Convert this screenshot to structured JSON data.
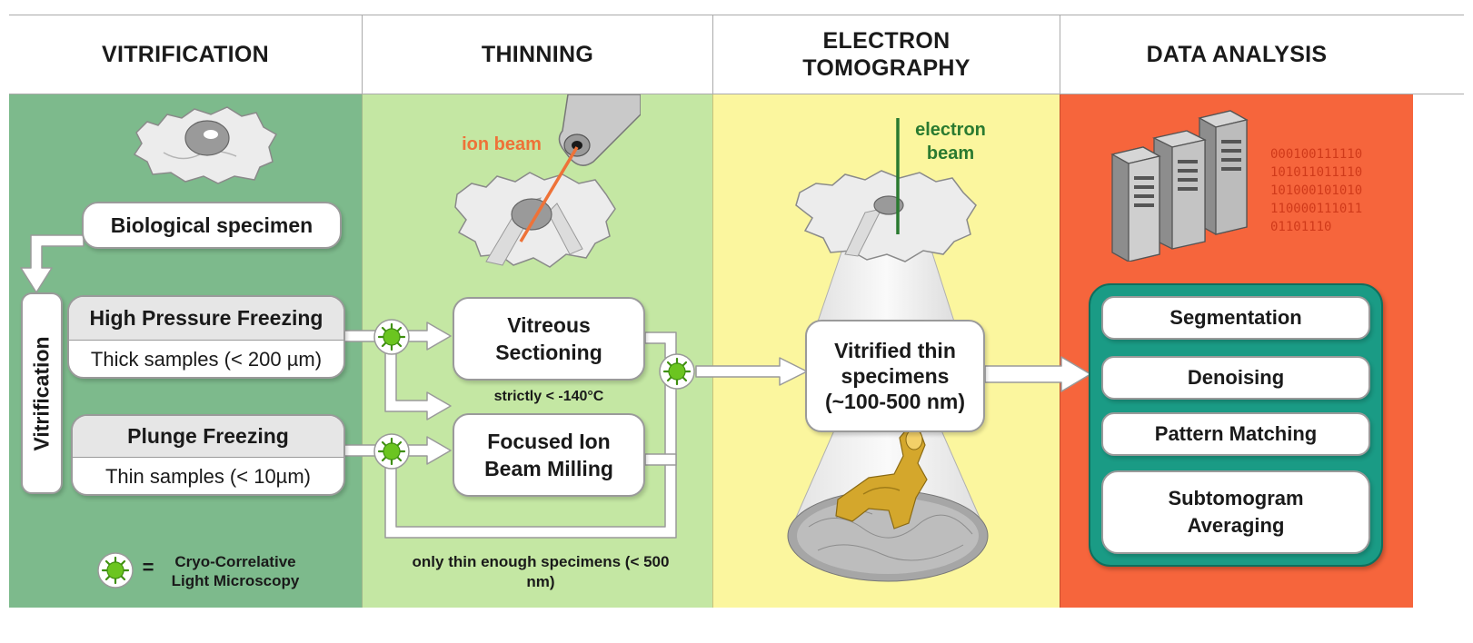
{
  "headers": {
    "vitrification": "VITRIFICATION",
    "thinning": "THINNING",
    "tomography": "ELECTRON TOMOGRAPHY",
    "analysis": "DATA ANALYSIS"
  },
  "vitrification": {
    "specimen": "Biological specimen",
    "side_label": "Vitrification",
    "hpf_title": "High Pressure Freezing",
    "hpf_sub": "Thick samples (< 200 µm)",
    "plunge_title": "Plunge Freezing",
    "plunge_sub": "Thin samples (< 10µm)",
    "legend_eq": "=",
    "legend_text": "Cryo-Correlative Light Microscopy"
  },
  "thinning": {
    "ion_beam": "ion beam",
    "sectioning": "Vitreous Sectioning",
    "temp_note": "strictly < -140°C",
    "fib": "Focused Ion Beam Milling",
    "thin_note": "only thin enough specimens (< 500 nm)"
  },
  "tomography": {
    "electron_beam": "electron beam",
    "specimens": "Vitrified thin specimens (~100-500 nm)"
  },
  "analysis": {
    "binary": [
      "000100111110",
      "101011011110",
      "101000101010",
      "110000111011",
      "01101110"
    ],
    "steps": [
      "Segmentation",
      "Denoising",
      "Pattern Matching",
      "Subtomogram Averaging"
    ]
  },
  "colors": {
    "vitrification_bg": "#7dba8c",
    "thinning_bg": "#c4e7a3",
    "tomography_bg": "#fbf69e",
    "analysis_bg": "#f6653c",
    "analysis_panel": "#1a9b85",
    "ion_beam": "#ee7238",
    "electron_beam": "#2a7a30",
    "clm_green": "#6bc520",
    "binary_text": "#d03a1a"
  },
  "icons": [
    "cell-icon",
    "ion-gun-icon",
    "cryo-clm-icon",
    "server-icon",
    "tomogram-icon"
  ]
}
